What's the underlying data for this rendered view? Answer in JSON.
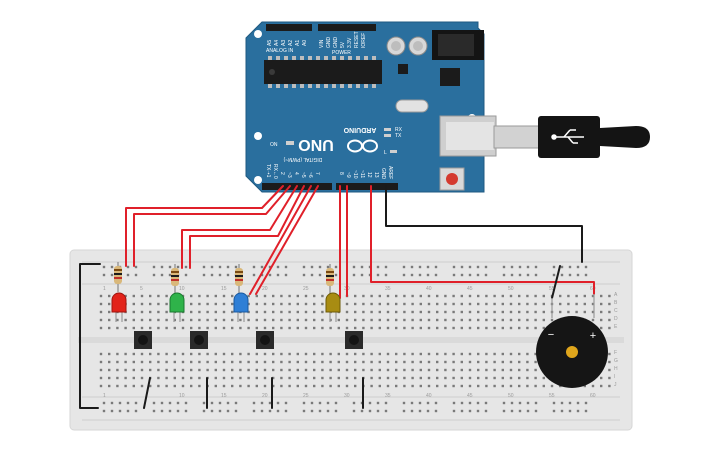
{
  "board": {
    "brand": "ARDUINO",
    "model": "UNO",
    "analog_label": "ANALOG IN",
    "power_label": "POWER",
    "digital_label": "DIGITAL (PWM~)",
    "on_label": "ON",
    "tx_label": "TX",
    "rx_label": "RX",
    "l_label": "L",
    "aref_label": "AREF",
    "gnd_label": "GND",
    "analog_pins": [
      "A5",
      "A4",
      "A3",
      "A2",
      "A1",
      "A0"
    ],
    "power_pins": [
      "VIN",
      "GND",
      "GND",
      "5V",
      "3.3V",
      "RESET",
      "IOREF"
    ],
    "digital_pins": [
      "TX➝1",
      "RX←0",
      "2",
      "~3",
      "4",
      "~5",
      "~6",
      "7",
      "8",
      "~9",
      "~10",
      "~11",
      "12",
      "13"
    ]
  },
  "breadboard": {
    "col_numbers": [
      "1",
      "5",
      "10",
      "15",
      "20",
      "25",
      "30",
      "35",
      "40",
      "45",
      "50",
      "55",
      "60"
    ],
    "row_letters_top": [
      "A",
      "B",
      "C",
      "D",
      "E"
    ],
    "row_letters_bottom": [
      "F",
      "G",
      "H",
      "I",
      "J"
    ]
  },
  "buzzer": {
    "minus": "−",
    "plus": "+"
  },
  "leds": [
    {
      "color": "red",
      "hex": "#e2231a"
    },
    {
      "color": "green",
      "hex": "#2fb34a"
    },
    {
      "color": "blue",
      "hex": "#2f7fd6"
    },
    {
      "color": "yellow",
      "hex": "#a88c12"
    }
  ],
  "colors": {
    "board_blue": "#2a6f9e",
    "wire_red": "#e0202a",
    "wire_black": "#1a1a1a",
    "breadboard": "#e9e9e9"
  }
}
